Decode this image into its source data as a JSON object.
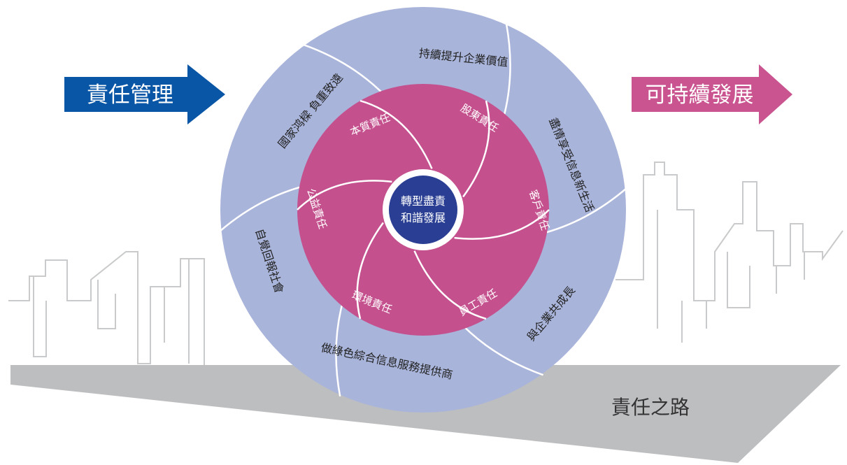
{
  "left_arrow": {
    "label": "責任管理",
    "color": "#0a56a6"
  },
  "right_arrow": {
    "label": "可持續發展",
    "color": "#c9548f"
  },
  "road": {
    "label": "責任之路",
    "color": "#bdbec0"
  },
  "colors": {
    "outer_ring": "#a9b4da",
    "inner_ring": "#c4508e",
    "core": "#2a3f93",
    "skyline": "#c9cacb"
  },
  "core": {
    "line1": "轉型盡責",
    "line2": "和諧發展"
  },
  "inner_sections": [
    "本質責任",
    "股東責任",
    "客戶責任",
    "員工責任",
    "環境責任",
    "公益責任"
  ],
  "outer_sections": [
    "持續提升企業價值",
    "盡情享受信息新生活",
    "與企業共成長",
    "做綠色綜合信息服務提供商",
    "自覺回報社會",
    "國家鸿樑 負重致遠"
  ]
}
